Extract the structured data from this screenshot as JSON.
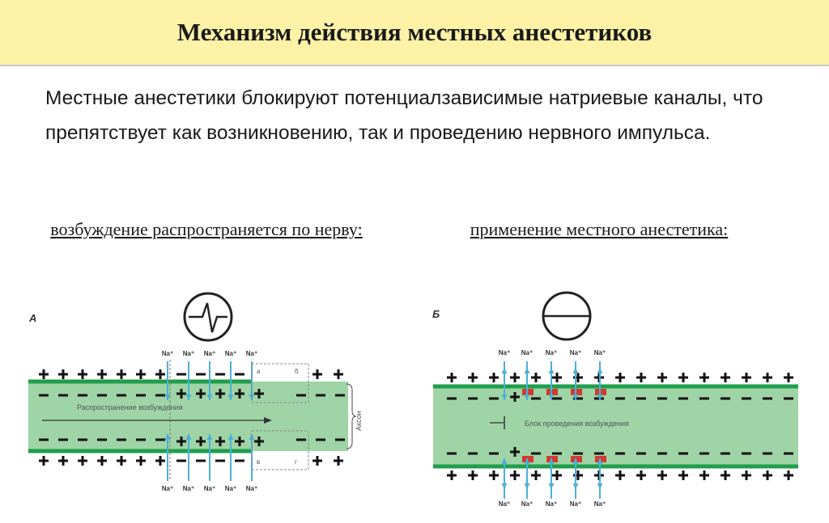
{
  "title": "Механизм действия местных анестетиков",
  "intro": "Местные анестетики блокируют потенциалзависимые натриевые каналы, что препятствует как возникновению, так и проведению нервного импульса.",
  "caption_left": "возбуждение распространяется по нерву:",
  "caption_right": "применение местного анестетика:",
  "panel_a": {
    "label": "А",
    "propagation_label": "Распространение возбуждения",
    "axon_label": "Аксон",
    "na_label": "Na⁺",
    "box_labels": [
      "а",
      "б",
      "в",
      "г"
    ]
  },
  "panel_b": {
    "label": "Б",
    "block_label": "Блок проведения возбуждения",
    "na_label": "Na⁺"
  },
  "colors": {
    "title_bg": "#fdf2a6",
    "axon_fill": "#9fd4a6",
    "membrane": "#1e9e4c",
    "arrow": "#4bb0d8",
    "blocker": "#d23a2e"
  }
}
